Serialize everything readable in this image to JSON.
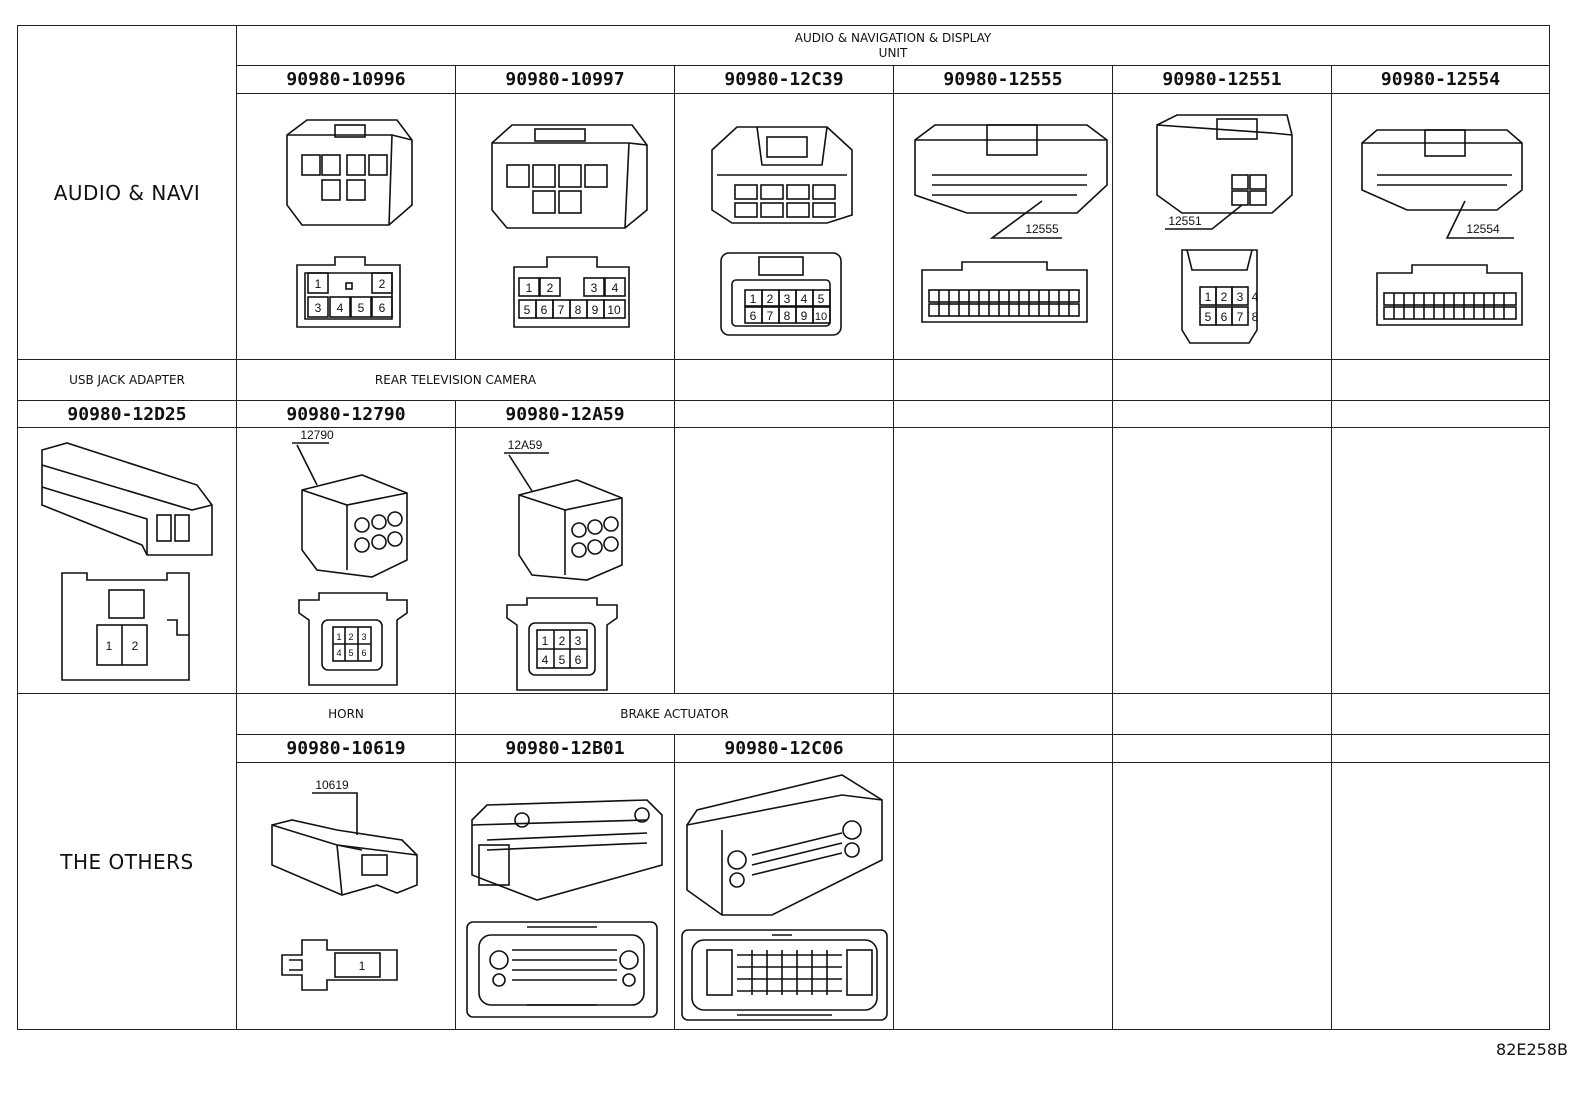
{
  "groups": {
    "audio_navi": "AUDIO & NAVI",
    "others": "THE OTHERS"
  },
  "headers": {
    "audio_nav_display_line1": "AUDIO & NAVIGATION & DISPLAY",
    "audio_nav_display_line2": "UNIT",
    "usb_jack_adapter": "USB JACK ADAPTER",
    "rear_tv_camera": "REAR TELEVISION CAMERA",
    "horn": "HORN",
    "brake_actuator": "BRAKE ACTUATOR"
  },
  "row1_parts": [
    "90980-10996",
    "90980-10997",
    "90980-12C39",
    "90980-12555",
    "90980-12551",
    "90980-12554"
  ],
  "row2_parts": [
    "90980-12D25",
    "90980-12790",
    "90980-12A59"
  ],
  "row3_parts": [
    "90980-10619",
    "90980-12B01",
    "90980-12C06"
  ],
  "callouts": {
    "c12555": "12555",
    "c12551": "12551",
    "c12554": "12554",
    "c12790": "12790",
    "c12A59": "12A59",
    "c10619": "10619"
  },
  "pins": {
    "p10996_top": [
      "1",
      "2"
    ],
    "p10996_bottom": [
      "3",
      "4",
      "5",
      "6"
    ],
    "p10997_top": [
      "1",
      "2",
      "3",
      "4"
    ],
    "p10997_bottom": [
      "5",
      "6",
      "7",
      "8",
      "9",
      "10"
    ],
    "p12C39_top": [
      "1",
      "2",
      "3",
      "4",
      "5"
    ],
    "p12C39_bottom": [
      "6",
      "7",
      "8",
      "9",
      "10"
    ],
    "p12551": [
      "1",
      "2",
      "3",
      "4",
      "5",
      "6",
      "7",
      "8"
    ],
    "p12D25": [
      "1",
      "2"
    ],
    "p12790": [
      "1",
      "2",
      "3",
      "4",
      "5",
      "6"
    ],
    "p12A59": [
      "1",
      "2",
      "3",
      "4",
      "5",
      "6"
    ],
    "p10619": [
      "1"
    ]
  },
  "footer_code": "82E258B"
}
